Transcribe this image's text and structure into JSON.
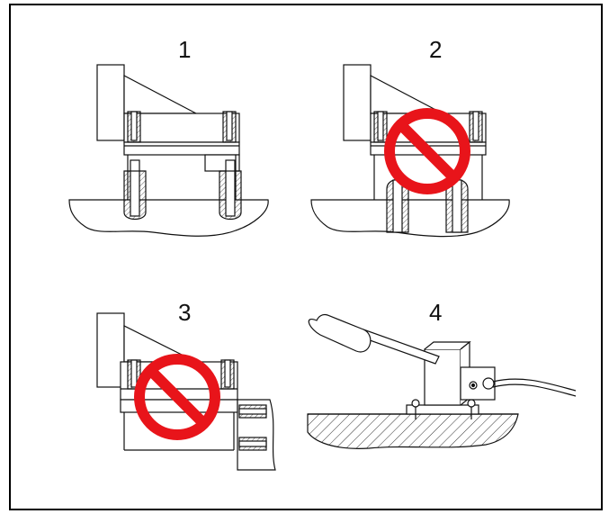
{
  "panels": [
    {
      "label": "1"
    },
    {
      "label": "2"
    },
    {
      "label": "3"
    },
    {
      "label": "4"
    }
  ],
  "colors": {
    "line": "#111111",
    "prohibit": "#e8141a",
    "hatch": "#333333",
    "background": "#ffffff"
  },
  "icons": {
    "prohibit": "prohibited-sign-icon"
  }
}
